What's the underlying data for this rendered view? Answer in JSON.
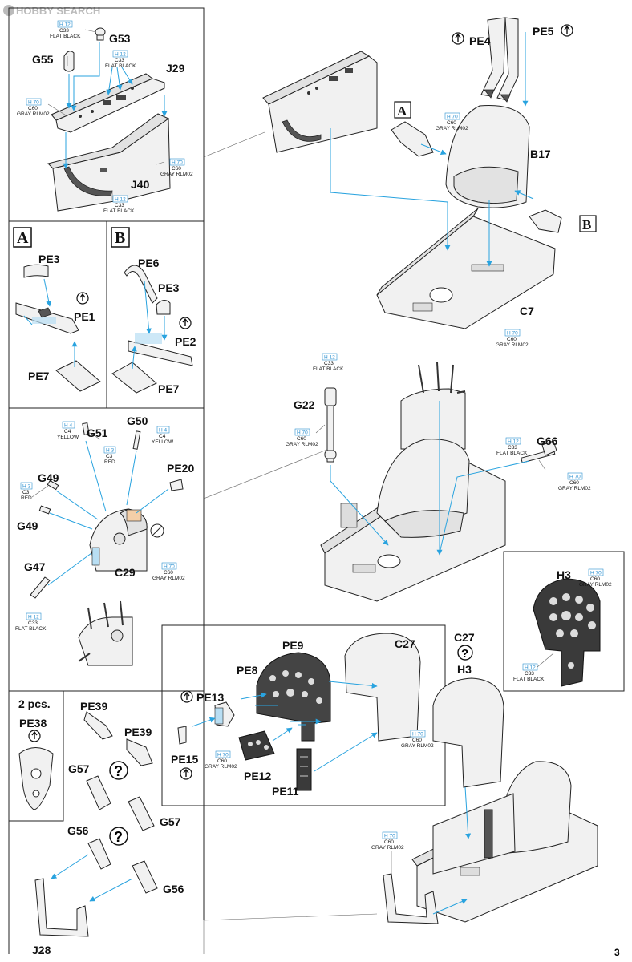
{
  "watermark": "HOBBY SEARCH",
  "page_number": "3",
  "section_letters": {
    "a": "A",
    "b": "B"
  },
  "quantity_note": "2 pcs.",
  "question_mark": "?",
  "parts": {
    "g53": "G53",
    "g55": "G55",
    "j29": "J29",
    "j40": "J40",
    "pe4": "PE4",
    "pe5": "PE5",
    "b17": "B17",
    "c7": "C7",
    "pe3": "PE3",
    "pe1": "PE1",
    "pe7": "PE7",
    "pe6": "PE6",
    "pe2": "PE2",
    "g22": "G22",
    "g66": "G66",
    "g51": "G51",
    "g50": "G50",
    "g49": "G49",
    "pe20": "PE20",
    "c29": "C29",
    "g47": "G47",
    "h3": "H3",
    "c27": "C27",
    "pe9": "PE9",
    "pe8": "PE8",
    "pe13": "PE13",
    "pe15": "PE15",
    "pe12": "PE12",
    "pe11": "PE11",
    "pe38": "PE38",
    "pe39": "PE39",
    "g57": "G57",
    "g56": "G56",
    "j28": "J28"
  },
  "paints": {
    "h12": {
      "code": "H 12",
      "c": "C33",
      "name": "FLAT BLACK"
    },
    "h70": {
      "code": "H 70",
      "c": "C60",
      "name": "GRAY RLM02"
    },
    "h4": {
      "code": "H 4",
      "c": "C4",
      "name": "YELLOW"
    },
    "h3": {
      "code": "H 3",
      "c": "C3",
      "name": "RED"
    }
  },
  "colors": {
    "guide": "#29a3df",
    "line": "#222222",
    "paint_code": "#2a8fd0"
  }
}
